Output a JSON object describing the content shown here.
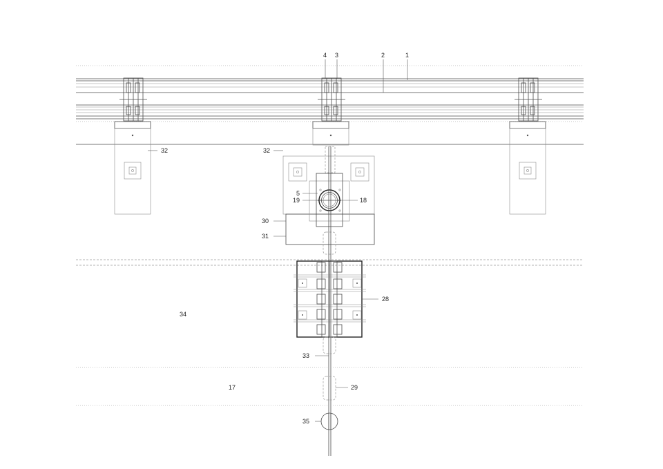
{
  "labels": {
    "l1": "1",
    "l2": "2",
    "l3": "3",
    "l4": "4",
    "l5": "5",
    "l17": "17",
    "l18": "18",
    "l19": "19",
    "l28": "28",
    "l29": "29",
    "l30": "30",
    "l31": "31",
    "l32a": "32",
    "l32b": "32",
    "l33": "33",
    "l34": "34",
    "l35": "35"
  },
  "colors": {
    "line": "#4a4a4a",
    "light": "#9a9a9a",
    "fill": "#e6e6e6",
    "text": "#222222"
  }
}
